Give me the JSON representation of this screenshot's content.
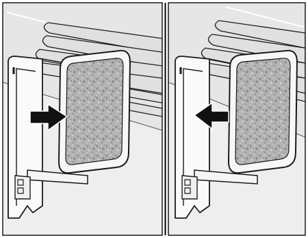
{
  "figure": {
    "panels": [
      {
        "step": "insert",
        "arrow_direction": "right",
        "arrow_icon": "arrow-right-icon"
      },
      {
        "step": "remove",
        "arrow_direction": "left",
        "arrow_icon": "arrow-left-icon"
      }
    ],
    "colors": {
      "background": "#e6e6e6",
      "light_surface": "#f2f2f2",
      "frame": "#ffffff",
      "outline": "#1a1a1a",
      "filter_texture": "#b8b8b8",
      "arrow": "#111111",
      "divider": "#000000"
    }
  }
}
